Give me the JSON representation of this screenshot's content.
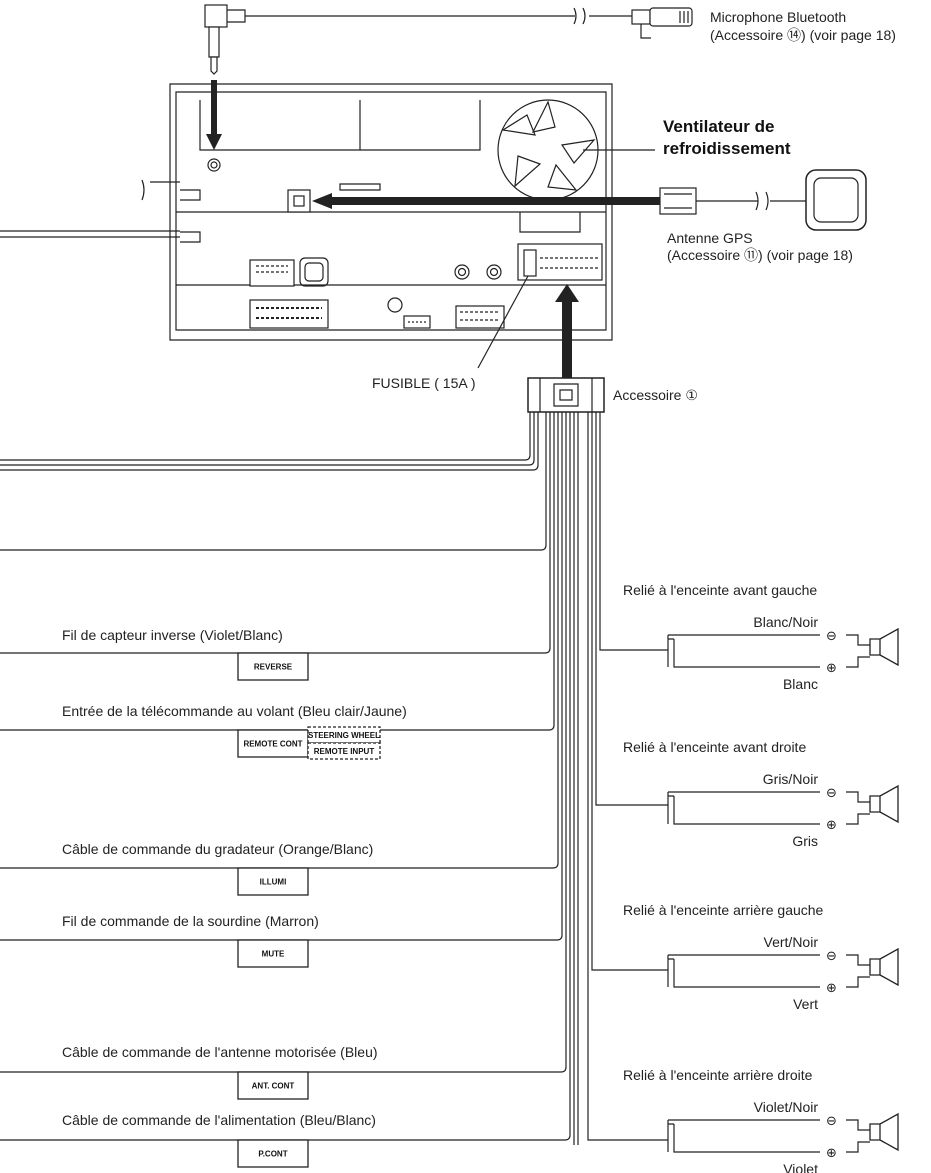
{
  "top_labels": {
    "microphone": {
      "line1": "Microphone Bluetooth",
      "line2": "(Accessoire ⑭) (voir page 18)"
    },
    "fan": {
      "line1": "Ventilateur de",
      "line2": "refroidissement"
    },
    "gps": {
      "line1": "Antenne GPS",
      "line2": "(Accessoire ⑪) (voir page 18)"
    },
    "fuse": "FUSIBLE ( 15A )",
    "accessory": "Accessoire ①"
  },
  "wires": [
    {
      "label": "Fil de capteur inverse (Violet/Blanc)",
      "tags": [
        "REVERSE"
      ]
    },
    {
      "label": "Entrée de la télécommande au volant (Bleu clair/Jaune)",
      "tags": [
        "REMOTE CONT",
        "STEERING WHEEL",
        "REMOTE INPUT"
      ]
    },
    {
      "label": "Câble de commande du gradateur (Orange/Blanc)",
      "tags": [
        "ILLUMI"
      ]
    },
    {
      "label": "Fil de commande de la sourdine (Marron)",
      "tags": [
        "MUTE"
      ]
    },
    {
      "label": "Câble de commande de l'antenne motorisée (Bleu)",
      "tags": [
        "ANT. CONT"
      ]
    },
    {
      "label": "Câble de commande de l'alimentation (Bleu/Blanc)",
      "tags": [
        "P.CONT"
      ]
    }
  ],
  "speakers": [
    {
      "title": "Relié à l'enceinte avant gauche",
      "neg": "Blanc/Noir",
      "pos": "Blanc"
    },
    {
      "title": "Relié à l'enceinte avant droite",
      "neg": "Gris/Noir",
      "pos": "Gris"
    },
    {
      "title": "Relié à l'enceinte arrière gauche",
      "neg": "Vert/Noir",
      "pos": "Vert"
    },
    {
      "title": "Relié à l'enceinte arrière droite",
      "neg": "Violet/Noir",
      "pos": "Violet"
    }
  ],
  "polarity": {
    "minus": "⊖",
    "plus": "⊕"
  },
  "colors": {
    "line": "#222222",
    "background": "#ffffff"
  }
}
